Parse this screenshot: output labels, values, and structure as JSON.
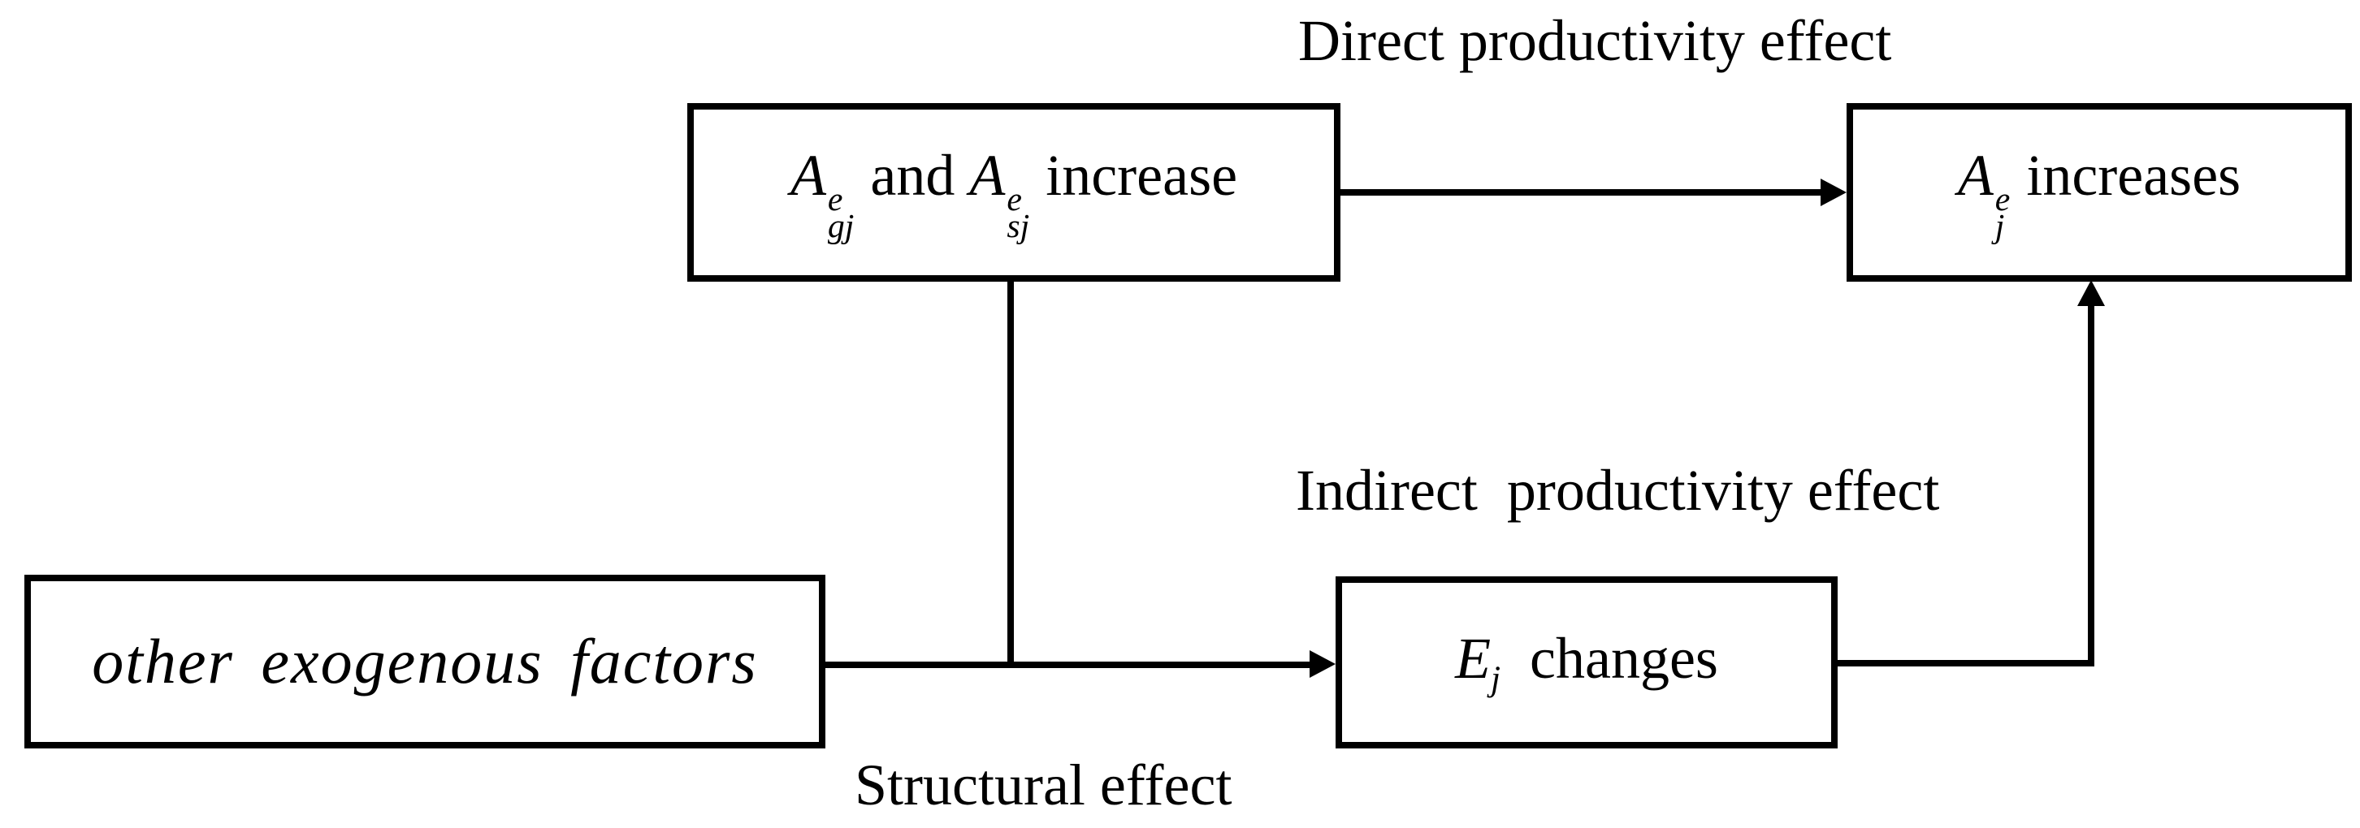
{
  "diagram": {
    "background": "#ffffff",
    "line_color": "#000000",
    "nodes": {
      "a_gj_sj": {
        "plain": "Aᵉgj and Aᵉsj increase",
        "segments": [
          {
            "t": "i",
            "v": "A"
          },
          {
            "t": "ss",
            "sup": "e",
            "sub": "gj"
          },
          {
            "t": "n",
            "v": " and "
          },
          {
            "t": "i",
            "v": "A"
          },
          {
            "t": "ss",
            "sup": "e",
            "sub": "sj"
          },
          {
            "t": "n",
            "v": " increase"
          }
        ]
      },
      "a_j": {
        "plain": "Aᵉj increases",
        "segments": [
          {
            "t": "i",
            "v": "A"
          },
          {
            "t": "ss",
            "sup": "e",
            "sub": "j"
          },
          {
            "t": "n",
            "v": " increases"
          }
        ]
      },
      "other_factors": {
        "plain": "other exogenous factors",
        "segments": [
          {
            "t": "i",
            "v": "other exogenous factors"
          }
        ]
      },
      "e_j": {
        "plain": "Ej  changes",
        "segments": [
          {
            "t": "i",
            "v": "E"
          },
          {
            "t": "sub",
            "v": "j"
          },
          {
            "t": "n",
            "v": "  changes"
          }
        ]
      }
    },
    "edge_labels": {
      "direct": "Direct productivity effect",
      "indirect": "Indirect  productivity effect",
      "structural": "Structural effect"
    }
  }
}
